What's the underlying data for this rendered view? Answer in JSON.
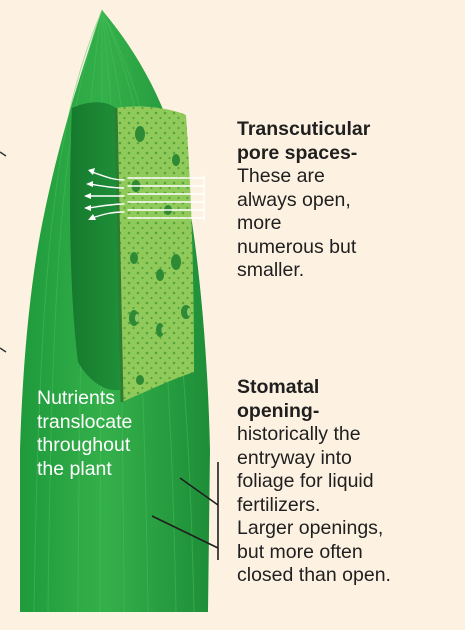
{
  "labels": {
    "pore": {
      "title_l1": "Transcuticular",
      "title_l2": "pore spaces-",
      "body": [
        "These are",
        "always open,",
        "more",
        "numerous but",
        "smaller."
      ]
    },
    "stoma": {
      "title_l1": "Stomatal",
      "title_l2": "opening-",
      "body": [
        "historically the",
        "entryway into",
        "foliage for liquid",
        "fertilizers.",
        "Larger openings,",
        "but more often",
        "closed than open."
      ]
    },
    "nutrients": [
      "Nutrients",
      "translocate",
      "throughout",
      "the plant"
    ]
  },
  "colors": {
    "background": "#fdf2e2",
    "leaf_light": "#35b04a",
    "leaf_dark": "#1b8a36",
    "cutaway": "#8fca5a",
    "pore": "#3c9a3c",
    "text": "#1f1f1f"
  }
}
